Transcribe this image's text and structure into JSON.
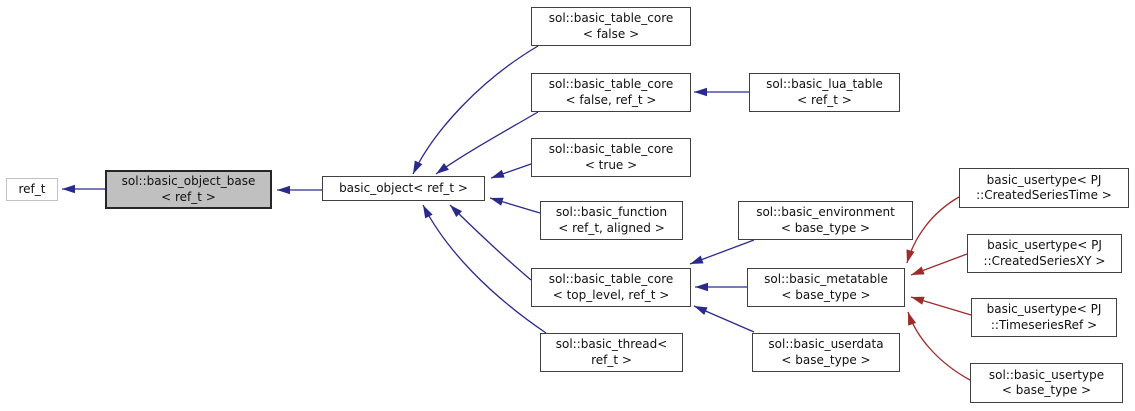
{
  "diagram": {
    "kind": "class-inheritance-graph",
    "colors": {
      "background": "#ffffff",
      "inheritance_arrow_blue": "#2a2a8c",
      "inheritance_arrow_red": "#9e2b2b",
      "node_fill": "#ffffff",
      "node_border": "#404040",
      "selected_node_fill": "#c0c0c0",
      "selected_node_border": "#262626",
      "external_node_border": "#c2c2c2"
    },
    "nodes": [
      {
        "id": "ref_t",
        "lines": [
          "ref_t"
        ]
      },
      {
        "id": "basic_object_base",
        "lines": [
          "sol::basic_object_base",
          "< ref_t >"
        ],
        "selected": true
      },
      {
        "id": "basic_object",
        "lines": [
          "basic_object< ref_t >"
        ]
      },
      {
        "id": "table_core_false",
        "lines": [
          "sol::basic_table_core",
          "< false >"
        ]
      },
      {
        "id": "table_core_false_ref",
        "lines": [
          "sol::basic_table_core",
          "< false, ref_t >"
        ]
      },
      {
        "id": "basic_lua_table",
        "lines": [
          "sol::basic_lua_table",
          "< ref_t >"
        ]
      },
      {
        "id": "table_core_true",
        "lines": [
          "sol::basic_table_core",
          "< true >"
        ]
      },
      {
        "id": "basic_function",
        "lines": [
          "sol::basic_function",
          "< ref_t, aligned >"
        ]
      },
      {
        "id": "basic_environment",
        "lines": [
          "sol::basic_environment",
          "< base_type >"
        ]
      },
      {
        "id": "table_core_top_level",
        "lines": [
          "sol::basic_table_core",
          "< top_level, ref_t >"
        ]
      },
      {
        "id": "basic_metatable",
        "lines": [
          "sol::basic_metatable",
          "< base_type >"
        ]
      },
      {
        "id": "basic_thread",
        "lines": [
          "sol::basic_thread<",
          "ref_t >"
        ]
      },
      {
        "id": "basic_userdata",
        "lines": [
          "sol::basic_userdata",
          "< base_type >"
        ]
      },
      {
        "id": "usertype_created_series_time",
        "lines": [
          "basic_usertype< PJ",
          "::CreatedSeriesTime >"
        ]
      },
      {
        "id": "usertype_created_series_xy",
        "lines": [
          "basic_usertype< PJ",
          "::CreatedSeriesXY >"
        ]
      },
      {
        "id": "usertype_timeseries_ref",
        "lines": [
          "basic_usertype< PJ",
          "::TimeseriesRef >"
        ]
      },
      {
        "id": "usertype_base",
        "lines": [
          "sol::basic_usertype",
          "< base_type >"
        ]
      }
    ],
    "edges": [
      {
        "from": "basic_object_base",
        "to": "ref_t",
        "color": "#2a2a8c"
      },
      {
        "from": "basic_object",
        "to": "basic_object_base",
        "color": "#2a2a8c"
      },
      {
        "from": "table_core_false",
        "to": "basic_object",
        "color": "#2a2a8c"
      },
      {
        "from": "table_core_false_ref",
        "to": "basic_object",
        "color": "#2a2a8c"
      },
      {
        "from": "basic_lua_table",
        "to": "table_core_false_ref",
        "color": "#2a2a8c"
      },
      {
        "from": "table_core_true",
        "to": "basic_object",
        "color": "#2a2a8c"
      },
      {
        "from": "basic_function",
        "to": "basic_object",
        "color": "#2a2a8c"
      },
      {
        "from": "table_core_top_level",
        "to": "basic_object",
        "color": "#2a2a8c"
      },
      {
        "from": "basic_thread",
        "to": "basic_object",
        "color": "#2a2a8c"
      },
      {
        "from": "basic_environment",
        "to": "table_core_top_level",
        "color": "#2a2a8c"
      },
      {
        "from": "basic_metatable",
        "to": "table_core_top_level",
        "color": "#2a2a8c"
      },
      {
        "from": "basic_userdata",
        "to": "table_core_top_level",
        "color": "#2a2a8c"
      },
      {
        "from": "usertype_created_series_time",
        "to": "basic_metatable",
        "color": "#9e2b2b"
      },
      {
        "from": "usertype_created_series_xy",
        "to": "basic_metatable",
        "color": "#9e2b2b"
      },
      {
        "from": "usertype_timeseries_ref",
        "to": "basic_metatable",
        "color": "#9e2b2b"
      },
      {
        "from": "usertype_base",
        "to": "basic_metatable",
        "color": "#9e2b2b"
      }
    ]
  }
}
